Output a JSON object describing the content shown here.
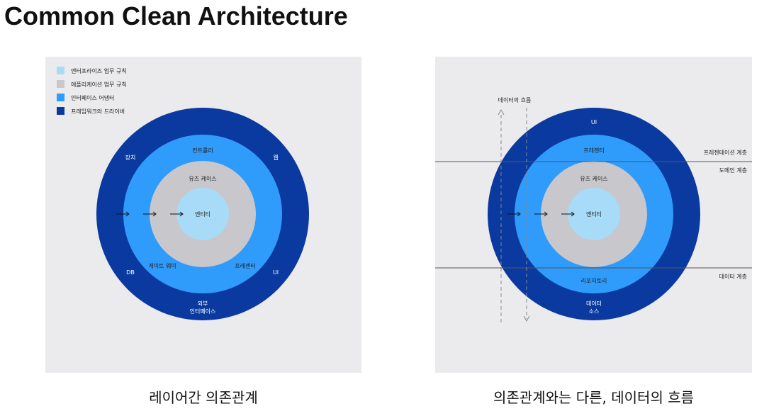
{
  "title": "Common Clean Architecture",
  "colors": {
    "panel_bg": "#ebebed",
    "frameworks": "#0a3aa0",
    "interface_adapters": "#2f9bfa",
    "application_rules": "#c8c7cb",
    "enterprise_rules": "#a7dbf7"
  },
  "left": {
    "caption": "레이어간 의존관계",
    "legend": [
      {
        "label": "엔터프라이즈 업무 규칙"
      },
      {
        "label": "애플리케이션 업무 규칙"
      },
      {
        "label": "인터페이스 어댑터"
      },
      {
        "label": "프레임워크와 드라이버"
      }
    ],
    "labels": {
      "device": "장치",
      "web": "웹",
      "db": "DB",
      "ui": "UI",
      "external_1": "외부",
      "external_2": "인터페이스",
      "controller": "컨트롤러",
      "gateway": "게이트 웨이",
      "presenter": "프레젠터",
      "usecase": "유즈 케이스",
      "entity": "엔티티"
    }
  },
  "right": {
    "caption": "의존관계와는 다른, 데이터의 흐름",
    "labels": {
      "data_flow": "데이터의 흐름",
      "ui": "UI",
      "presenter": "프레젠터",
      "usecase": "유즈 케이스",
      "entity": "엔티티",
      "repository": "리포지토리",
      "datasource_1": "데이터",
      "datasource_2": "소스",
      "layer_presentation": "프레젠테이션 계층",
      "layer_domain": "도메인 계층",
      "layer_data": "데이터 계층"
    }
  }
}
